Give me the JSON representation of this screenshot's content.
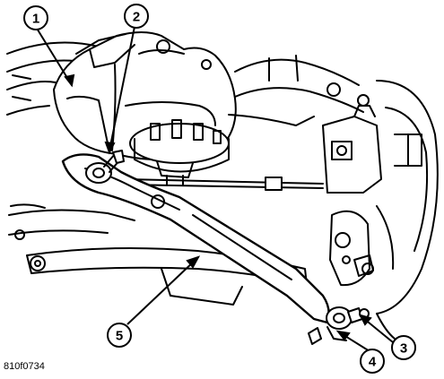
{
  "figure_id": "810f0734",
  "callouts": [
    {
      "number": "1"
    },
    {
      "number": "2"
    },
    {
      "number": "3"
    },
    {
      "number": "4"
    },
    {
      "number": "5"
    }
  ]
}
